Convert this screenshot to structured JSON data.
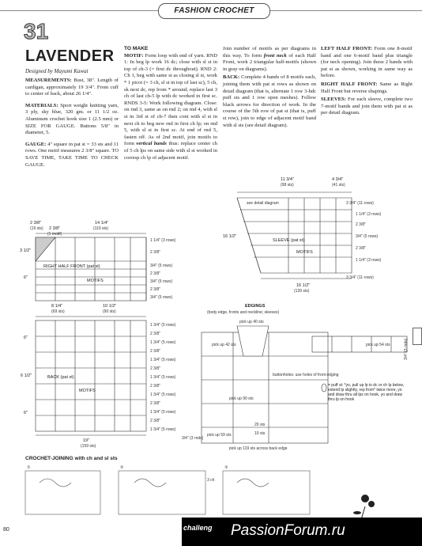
{
  "header": {
    "section": "FASHION CROCHET"
  },
  "pattern": {
    "number": "31",
    "title": "LAVENDER",
    "designer": "Designed by Mayumi Kawai"
  },
  "col1": {
    "measurements_label": "MEASUREMENTS:",
    "measurements_text": "Bust, 38\". Length of cardigan, approximately 19 3/4\". From cuff to center of back, about 26 1/4\".",
    "materials_label": "MATERIALS:",
    "materials_text": "Sport weight knitting yarn, 3 ply, sky blue, 320 gm. or 11 1/2 oz. Aluminum crochet hook size 1 (2.5 mm) or SIZE FOR GAUGE. Buttons 5/8\" in diameter, 5.",
    "gauge_label": "GAUGE:",
    "gauge_text": "4\" square in pat st = 33 sts and 11 rows. One motif measures 2 3/8\" square. TO SAVE TIME, TAKE TIME TO CHECK GAUGE."
  },
  "col2": {
    "heading": "TO MAKE",
    "motif_label": "MOTIF:",
    "motif_text": "Form loop with end of yarn. RND 1: In beg lp work 16 dc; close with sl st in top of ch-3 (= first dc throughout). RND 2: Ch 1, beg with same st as closing sl st, work * 1 picot (= 3 ch, sl st in top of last sc), 5 ch, sk next dc, rep from * around; replace last 3 ch of last ch-5 lp with dc worked in first sc. RNDS 3-5: Work following diagram. Close: on rnd 3, same as on rnd 2; on rnd 4, with sl st in 3rd st of ch-7 then cont with sl st in next ch to beg new rnd in first ch lp; on rnd 5, with sl st in first sc. At end of rnd 5, fasten off. As of 2nd motif, join motifs to form",
    "motif_em": "vertical bands",
    "motif_tail": "thus: replace center ch of 5 ch lps on same side with sl st worked in corresp ch lp of adjacent motif."
  },
  "col3": {
    "intro": "Join number of motifs as per diagrams in this way. To form",
    "front_neck_em": "front neck",
    "front_neck_text": "of each Half Front, work 2 triangular half-motifs (shown in gray on diagrams).",
    "back_label": "BACK:",
    "back_text": "Complete 4 bands of 8 motifs each, joining them with pat st rows as shown on detail diagram (that is, alternate 1 row 3-hdc puff sts and 1 row open meshes). Follow black arrows for direction of work. In the course of the 5th row of pat st (that is, puff st row), join to edge of adjacent motif band with sl sts (see detail diagram)."
  },
  "col4": {
    "left_front_label": "LEFT HALF FRONT:",
    "left_front_text": "Form one 8-motif band and one 6-motif band plus triangle (for neck opening). Join these 2 bands with pat st as shown, working in same way as before.",
    "right_front_label": "RIGHT HALF FRONT:",
    "right_front_text": "Same as Right Half Front but reverse shapings.",
    "sleeves_label": "SLEEVES:",
    "sleeves_text": "For each sleeve, complete two 7-motif bands and join them with pat st as per detail diagram."
  },
  "diagram_front": {
    "top_left": "2 3/8\"",
    "top_left_sts": "(19 sts)",
    "top_mid": "2 3/8\"",
    "top_mid_sub": "(1 motif)",
    "top_right": "14 1/4\"",
    "top_right_sts": "(119 sts)",
    "left_dim": "3 1/2\"",
    "left_dim2": "6\"",
    "band1": "RIGHT HALF FRONT (pat st)",
    "band2": "MOTIFS",
    "rows": [
      "1 1/4\" (3 rows)",
      "2 3/8\"",
      "3/4\" (5 rows)",
      "2 3/8\"",
      "3/4\" (5 rows)",
      "2 3/8\"",
      "3/4\" (5 rows)"
    ]
  },
  "diagram_back": {
    "top_left": "8 1/4\"",
    "top_left_sts": "(69 sts)",
    "top_right": "10 1/2\"",
    "top_right_sts": "(90 sts)",
    "left_dim": "6\"",
    "left_dim2": "6 1/2\"",
    "left_dim3": "6\"",
    "band1": "BACK (pat st)",
    "band2": "MOTIFS",
    "bottom": "19\"",
    "bottom_sts": "(159 sts)",
    "rows": [
      "1 3/4\" (5 rows)",
      "2 3/8\"",
      "1 3/4\" (5 rows)",
      "2 3/8\"",
      "1 3/4\" (5 rows)",
      "2 3/8\"",
      "1 3/4\" (5 rows)",
      "2 3/8\"",
      "1 3/4\" (5 rows)",
      "2 3/8\"",
      "1 3/4\" (5 rows)",
      "2 3/8\"",
      "1 3/4\" (5 rows)"
    ]
  },
  "diagram_sleeve": {
    "top_left": "11 3/4\"",
    "top_left_sts": "(98 sts)",
    "top_right": "4 3/4\"",
    "top_right_sts": "(41 sts)",
    "see_detail": "see detail diagram",
    "left_dim": "16 1/2\"",
    "band1": "SLEEVE (pat st)",
    "band2": "MOTIFS",
    "bottom": "16 1/2\"",
    "bottom_sts": "(139 sts)",
    "rows": [
      "3 3/4\" (11 rows)",
      "1 1/4\" (3 rows)",
      "2 3/8\"",
      "3/4\" (5 rows)",
      "2 3/8\"",
      "1 1/4\" (3 rows)",
      "3 3/4\" (11 rows)"
    ]
  },
  "edgings": {
    "title": "EDGINGS",
    "subtitle": "(body edge, fronts and neckline; sleeves)",
    "pick_up_40": "pick up 40 sts",
    "pick_up_42": "pick up 42 sts",
    "pick_up_90": "pick up 90 sts",
    "buttonholes": "buttonholes: use holes of front edging",
    "pick_up_59": "pick up 59 sts",
    "ten_sts": "10 sts",
    "twenty_sts": "20 sts",
    "three_quarter": "3/4\" (3 rnds)",
    "pick_up_119": "pick up 119 sts across back edge",
    "pick_up_54": "pick up 54 sts",
    "side_dim": "3/4\" (3 rnds)",
    "puff_note": "= puff st: *yo, pull up lp in dc or ch lp below, extend lp slightly, rep from* twice more, yo and draw thru all lps on hook, yo and draw thru lp on hook"
  },
  "crochet_joining": {
    "title": "CROCHET-JOINING with ch and sl sts",
    "step1": "①",
    "step2": "②",
    "step3": "③",
    "ch_label": "3 ch"
  },
  "footer": {
    "page_number": "80",
    "challenge": "challeng",
    "site": "PassionForum.ru"
  }
}
